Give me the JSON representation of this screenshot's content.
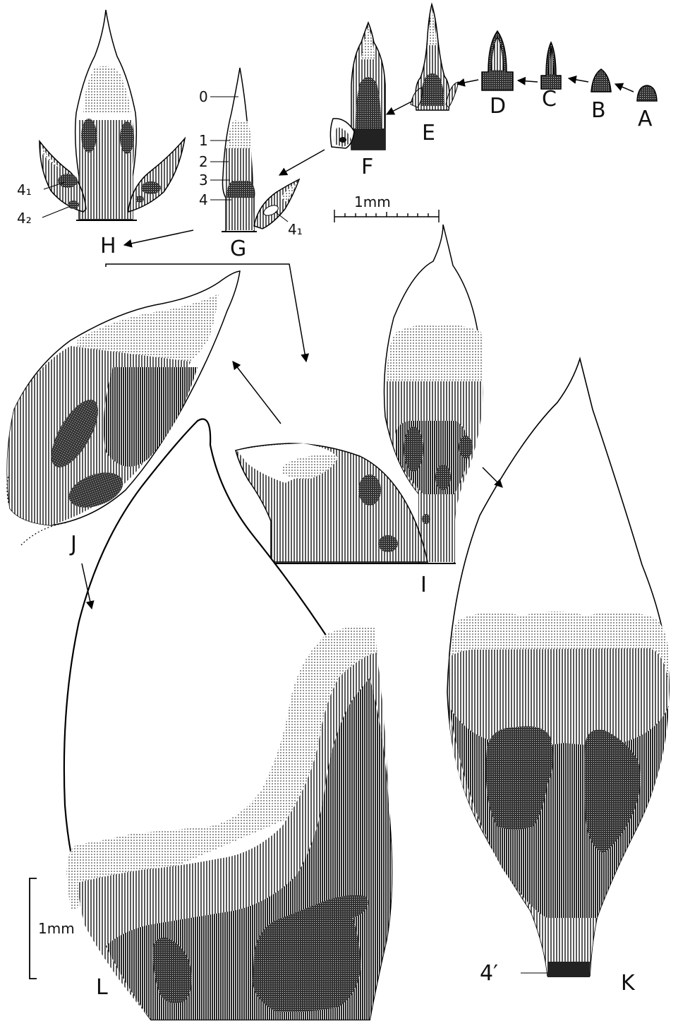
{
  "stage_labels": {
    "a": "A",
    "b": "B",
    "c": "C",
    "d": "D",
    "e": "E",
    "f": "F",
    "g": "G",
    "h": "H",
    "i": "I",
    "j": "J",
    "k": "K",
    "l": "L"
  },
  "zone_labels": {
    "z0": "0",
    "z1": "1",
    "z2": "2",
    "z3": "3",
    "z4": "4"
  },
  "spot_labels": {
    "g_4_1": "4₁",
    "h_4_1": "4₁",
    "h_4_2": "4₂",
    "k_4_prime": "4′"
  },
  "scale_bars": {
    "upper": "1mm",
    "lower": "1mm"
  }
}
